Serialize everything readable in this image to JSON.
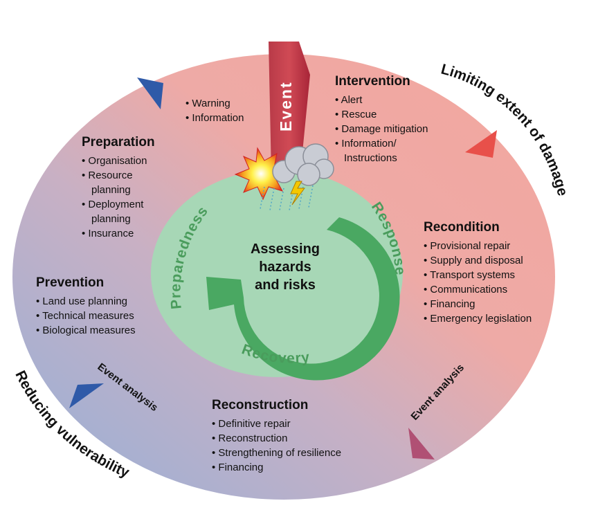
{
  "event": "Event",
  "center": {
    "line1": "Assessing",
    "line2": "hazards",
    "line3": "and risks"
  },
  "phases": {
    "preparedness": "Preparedness",
    "response": "Response",
    "recovery": "Recovery"
  },
  "outer_labels": {
    "limiting": "Limiting extent of damage",
    "reducing": "Reducing vulnerability"
  },
  "event_analysis": "Event analysis",
  "warning": {
    "items": [
      "Warning",
      "Information"
    ]
  },
  "intervention": {
    "title": "Intervention",
    "items": [
      "Alert",
      "Rescue",
      "Damage mitigation",
      "Information/",
      "Instructions"
    ]
  },
  "preparation": {
    "title": "Preparation",
    "items": [
      "Organisation",
      "Resource",
      "planning",
      "Deployment",
      "planning",
      "Insurance"
    ]
  },
  "recondition": {
    "title": "Recondition",
    "items": [
      "Provisional repair",
      "Supply and disposal",
      "Transport systems",
      "Communications",
      "Financing",
      "Emergency legislation"
    ]
  },
  "prevention": {
    "title": "Prevention",
    "items": [
      "Land use planning",
      "Technical measures",
      "Biological measures"
    ]
  },
  "reconstruction": {
    "title": "Reconstruction",
    "items": [
      "Definitive repair",
      "Reconstruction",
      "Strengthening of resilience",
      "Financing"
    ]
  },
  "colors": {
    "blue_side": "#9bb0d2",
    "red_side": "#f0a8a0",
    "inner_green": "#a8d8b8",
    "arrow_green": "#4aa860",
    "event_band": "#b83040",
    "blue_marker": "#2f5aa8",
    "red_marker": "#e8504a",
    "mauve_marker": "#a85070"
  }
}
